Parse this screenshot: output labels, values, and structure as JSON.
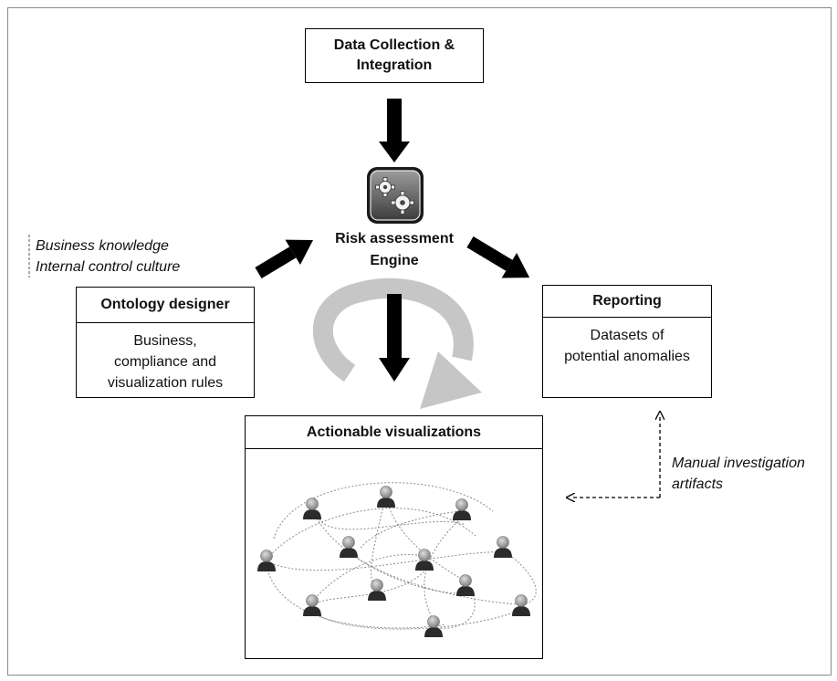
{
  "nodes": {
    "data_collection": {
      "title_line1": "Data Collection &",
      "title_line2": "Integration"
    },
    "engine": {
      "label_line1": "Risk assessment",
      "label_line2": "Engine",
      "icon": "gears-icon"
    },
    "ontology": {
      "title": "Ontology designer",
      "body_line1": "Business,",
      "body_line2": "compliance and",
      "body_line3": "visualization rules"
    },
    "reporting": {
      "title": "Reporting",
      "body_line1": "Datasets of",
      "body_line2": "potential anomalies"
    },
    "visualizations": {
      "title": "Actionable visualizations",
      "icon": "person-icon"
    }
  },
  "notes": {
    "business_knowledge": "Business knowledge",
    "internal_control": "Internal control culture",
    "manual_line1": "Manual investigation",
    "manual_line2": "artifacts"
  },
  "colors": {
    "arrow": "#000000",
    "cycle_arrow": "#c6c6c6",
    "dotted_link": "#8c8c8c",
    "person_head": "#9a9a9a",
    "person_body": "#2b2b2b"
  }
}
